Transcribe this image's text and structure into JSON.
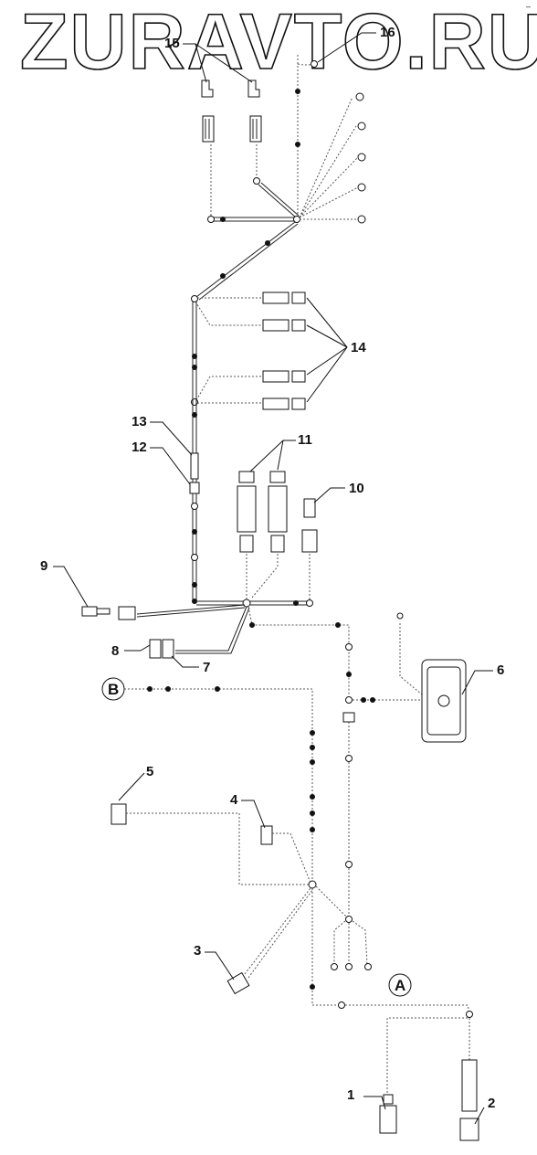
{
  "watermark": "ZURAVTO.RU",
  "corner_mark": "–",
  "callouts": [
    "1",
    "2",
    "3",
    "4",
    "5",
    "6",
    "7",
    "8",
    "9",
    "10",
    "11",
    "12",
    "13",
    "14",
    "15",
    "16"
  ],
  "reference_circles": [
    "A",
    "B"
  ],
  "colors": {
    "line": "#111111",
    "background": "#ffffff"
  }
}
